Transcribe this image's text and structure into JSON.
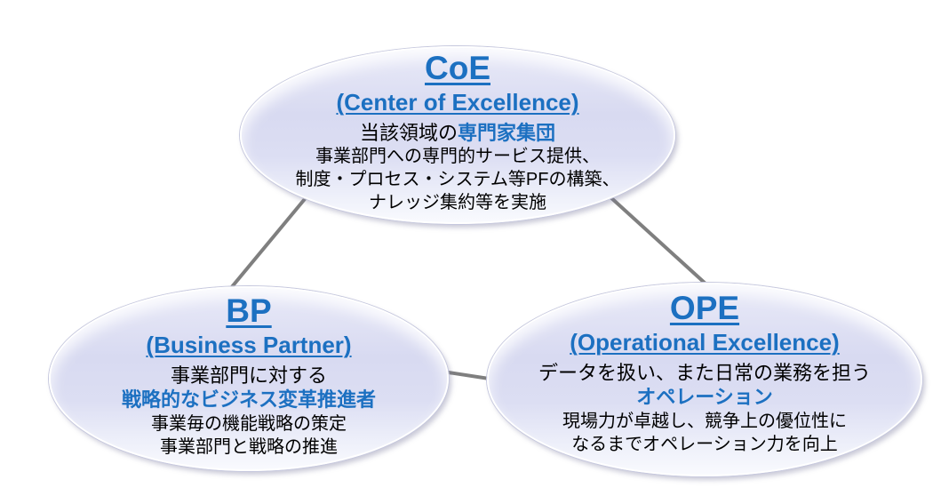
{
  "diagram": {
    "nodes": {
      "coe": {
        "title": "CoE",
        "subtitle": "(Center of Excellence)",
        "desc_prefix": "当該領域の",
        "desc_accent": "専門家集団",
        "detail1": "事業部門への専門的サービス提供、",
        "detail2": "制度・プロセス・システム等PFの構築、",
        "detail3": "ナレッジ集約等を実施"
      },
      "bp": {
        "title": "BP",
        "subtitle": "(Business Partner)",
        "desc": "事業部門に対する",
        "desc_accent": "戦略的なビジネス変革推進者",
        "detail1": "事業毎の機能戦略の策定",
        "detail2": "事業部門と戦略の推進"
      },
      "ope": {
        "title": "OPE",
        "subtitle": "(Operational Excellence)",
        "desc": "データを扱い、また日常の業務を担う",
        "desc_accent": "オペレーション",
        "detail1": "現場力が卓越し、競争上の優位性に",
        "detail2": "なるまでオペレーション力を向上"
      }
    },
    "colors": {
      "accent_text": "#1c70c1",
      "body_text": "#000000",
      "ellipse_fill": "#dcdef3",
      "ellipse_edge": "#c6c8de",
      "connector": "#7f7f7f"
    }
  }
}
